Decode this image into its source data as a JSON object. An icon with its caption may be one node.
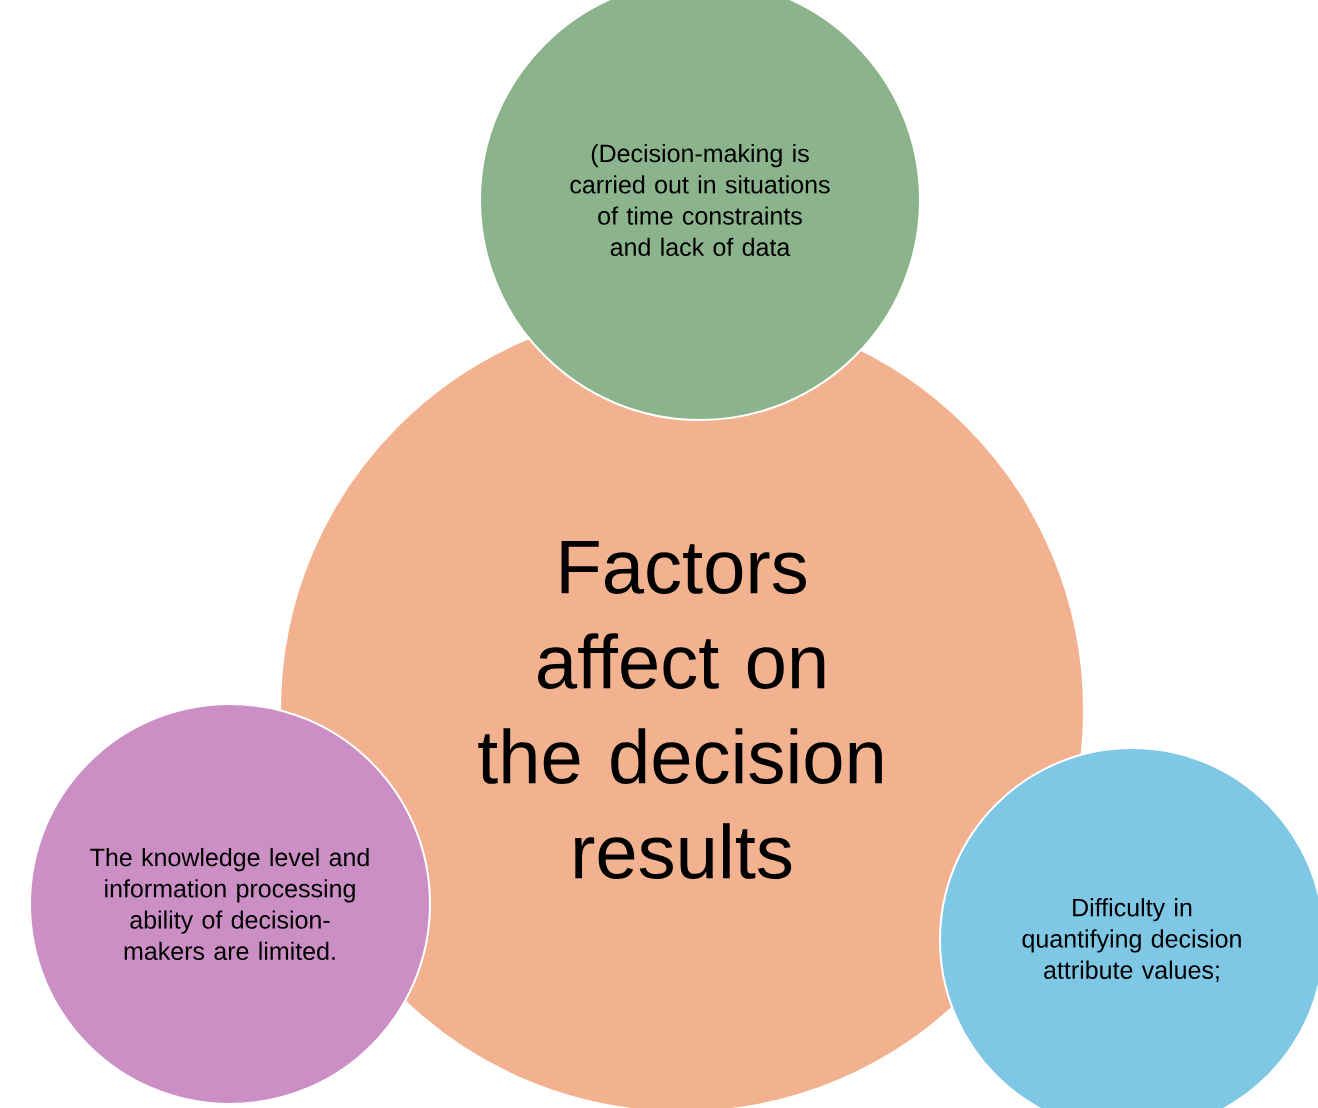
{
  "diagram": {
    "nodes": [
      {
        "text": [
          "(Decision-making is carried out in situations of time constraints and lack of data"
        ]
      },
      {
        "text": [
          "Factors affect on the decision results"
        ]
      },
      {
        "text": [
          "The knowledge level and information processing ability of decision-makers are limited."
        ]
      },
      {
        "text": [
          "Difficulty in quantifying decision attribute values;"
        ]
      }
    ]
  }
}
